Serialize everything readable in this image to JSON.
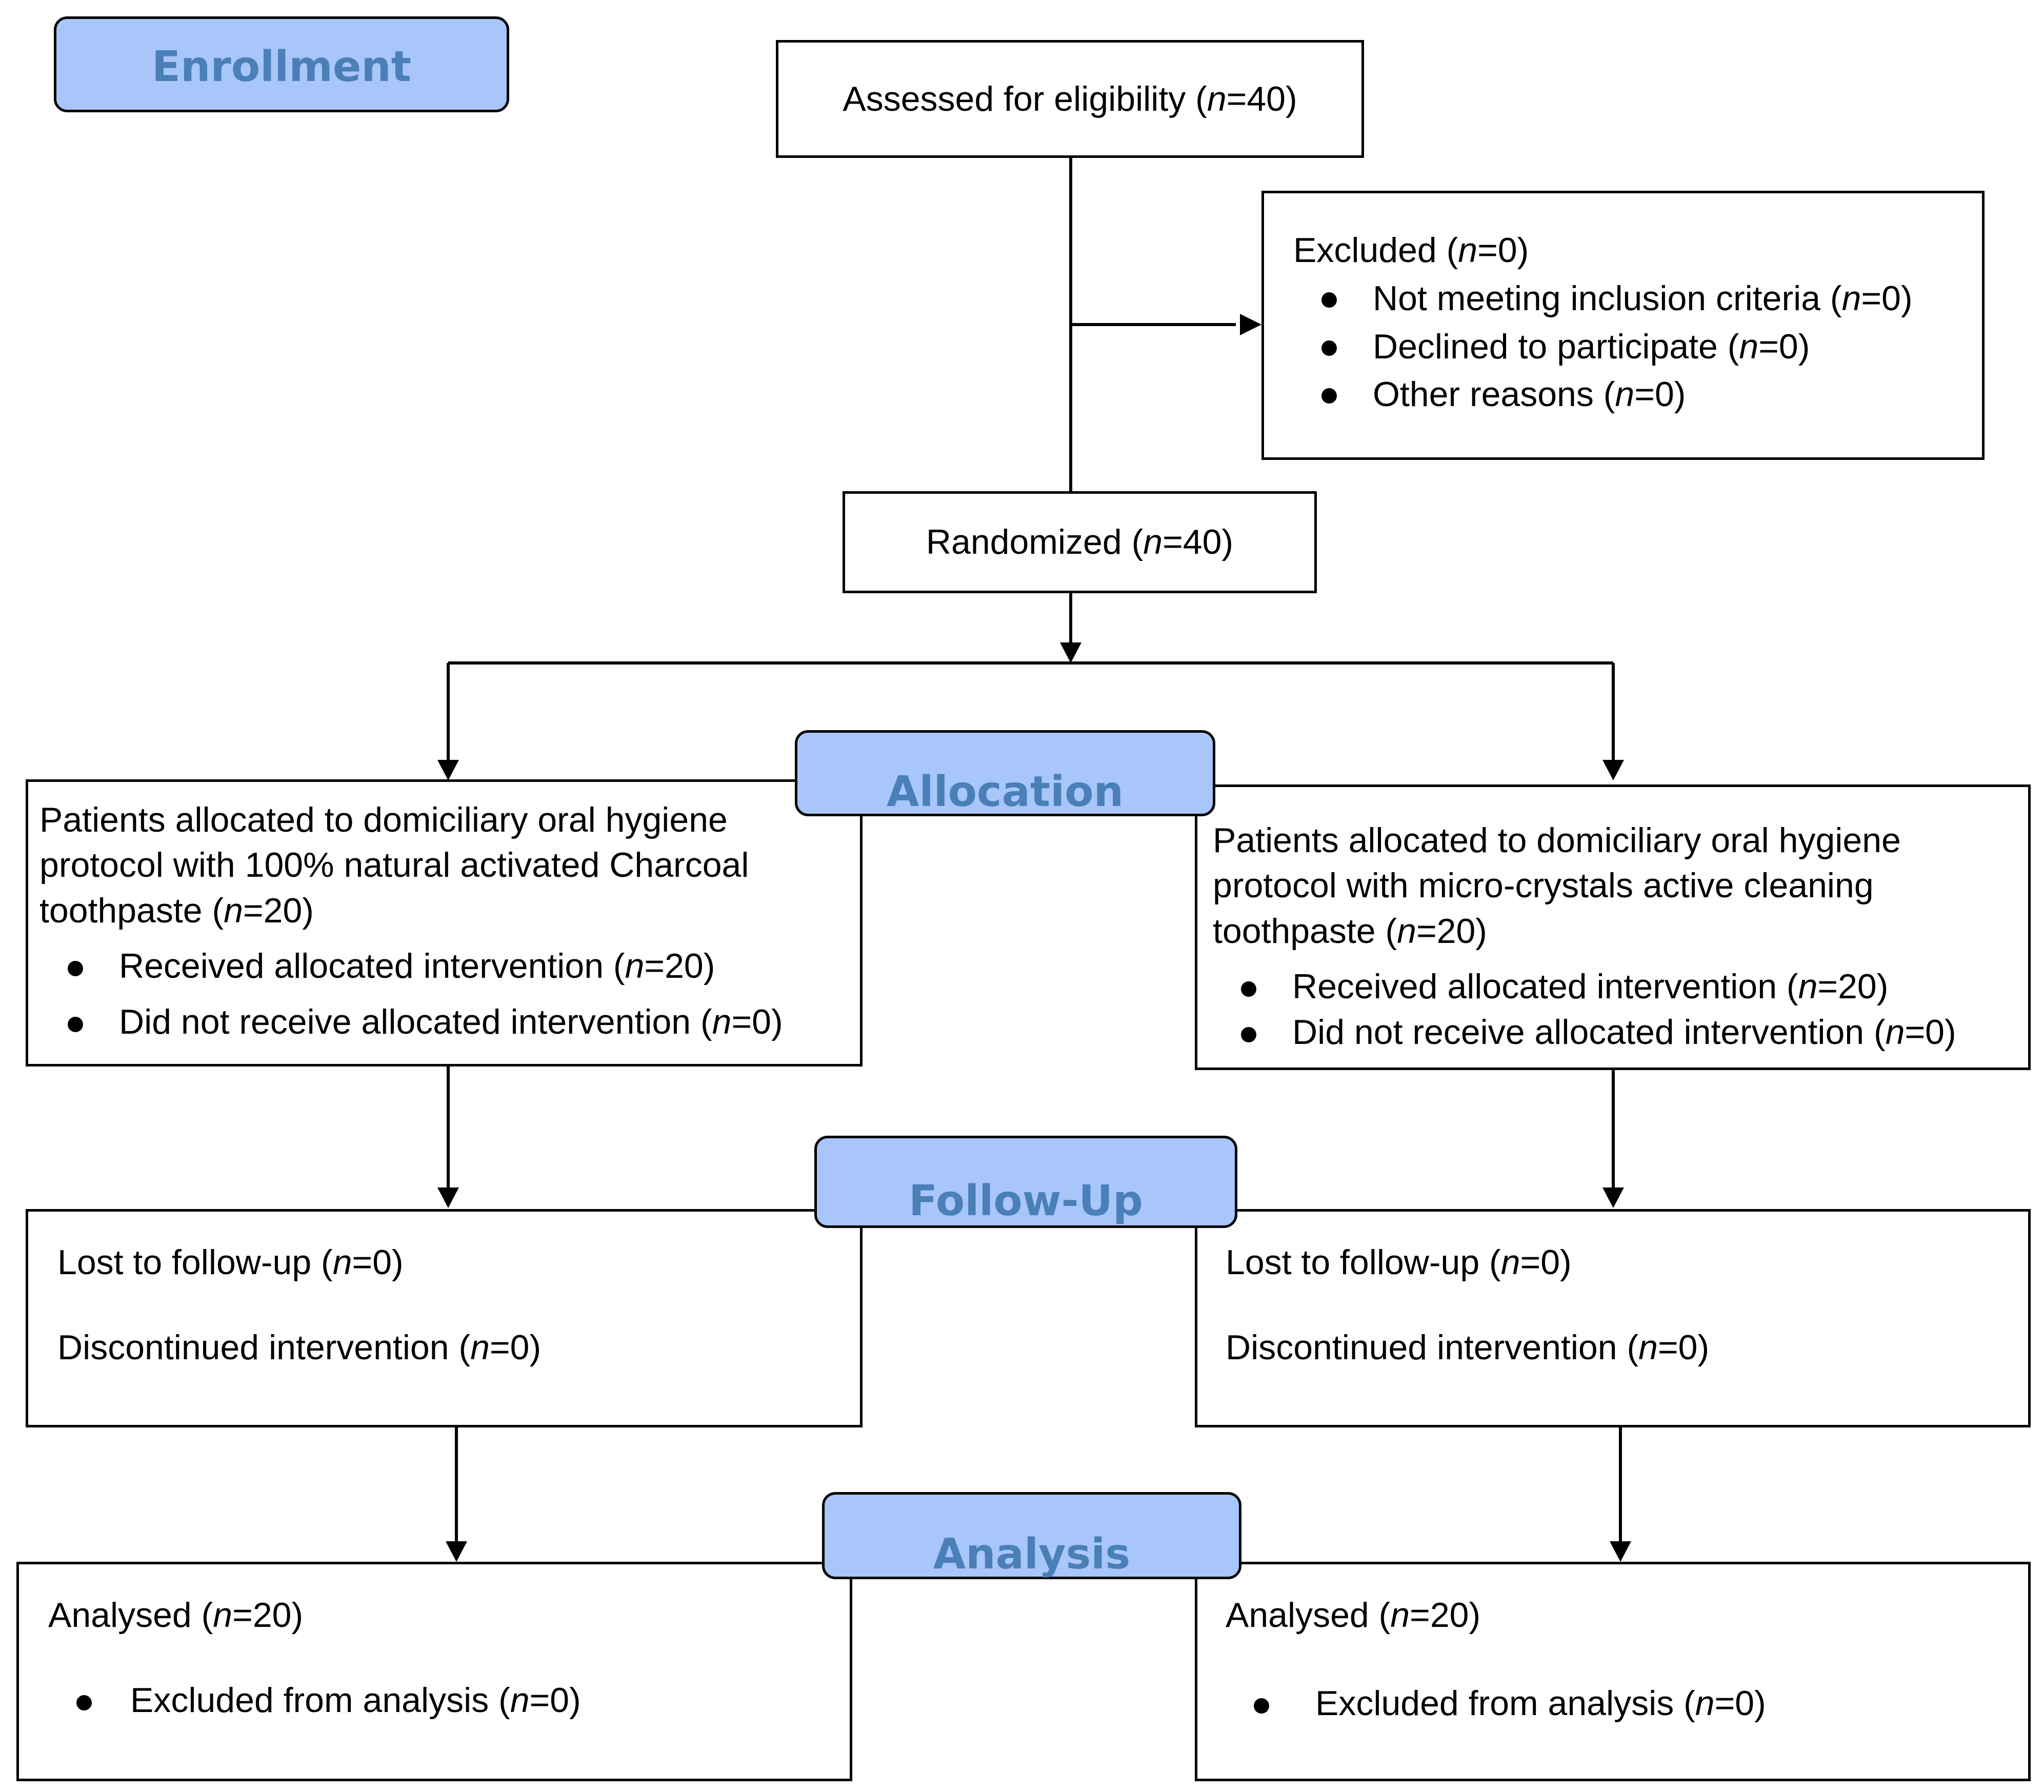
{
  "stages": {
    "enrollment": "Enrollment",
    "allocation": "Allocation",
    "follow_up": "Follow-Up",
    "analysis": "Analysis"
  },
  "colors": {
    "stage_fill": "#a8c6fa",
    "stage_text": "#4a7fb8",
    "line": "#000000"
  },
  "enrollment": {
    "assessed": "Assessed for eligibility (n=40)",
    "excluded": {
      "title": "Excluded (n=0)",
      "items": [
        "Not meeting inclusion criteria (n=0)",
        "Declined to participate (n=0)",
        "Other reasons (n=0)"
      ]
    },
    "randomized": "Randomized (n=40)"
  },
  "arms": [
    {
      "allocation": {
        "description": [
          "Patients allocated to domiciliary oral hygiene",
          "protocol with 100% natural activated Charcoal",
          "toothpaste (n=20)"
        ],
        "items": [
          "Received allocated intervention (n=20)",
          "Did not receive allocated intervention (n=0)"
        ]
      },
      "follow_up": {
        "lost": "Lost to follow-up (n=0)",
        "discontinued": "Discontinued intervention (n=0)"
      },
      "analysis": {
        "analysed": "Analysed (n=20)",
        "excluded": "Excluded from analysis (n=0)"
      }
    },
    {
      "allocation": {
        "description": [
          "Patients allocated to domiciliary oral hygiene",
          "protocol with micro-crystals active cleaning",
          "toothpaste (n=20)"
        ],
        "items": [
          "Received allocated intervention (n=20)",
          "Did not receive allocated intervention (n=0)"
        ]
      },
      "follow_up": {
        "lost": "Lost to follow-up (n=0)",
        "discontinued": "Discontinued intervention (n=0)"
      },
      "analysis": {
        "analysed": "Analysed (n=20)",
        "excluded": "Excluded from analysis (n=0)"
      }
    }
  ]
}
